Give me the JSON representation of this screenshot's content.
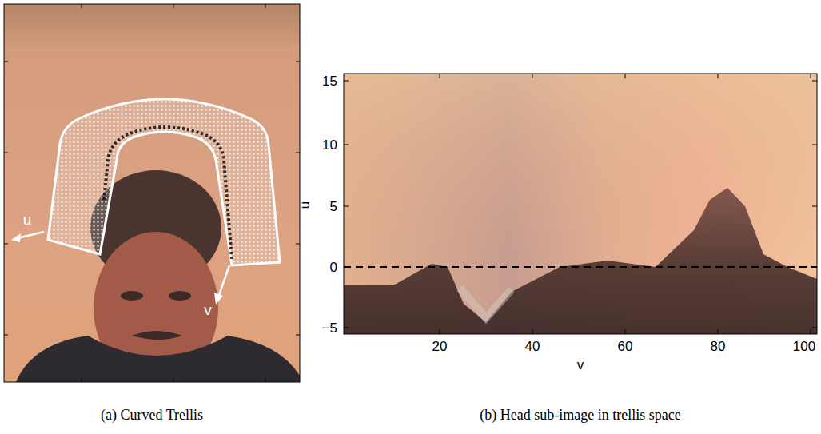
{
  "diagram": {
    "labels": [
      "u",
      "v",
      "15",
      "10",
      "5",
      "0",
      "−5",
      "u",
      "20",
      "40",
      "60",
      "80",
      "100",
      "v",
      "(a) Curved Trellis",
      "(b) Head sub-image in trellis space"
    ]
  }
}
